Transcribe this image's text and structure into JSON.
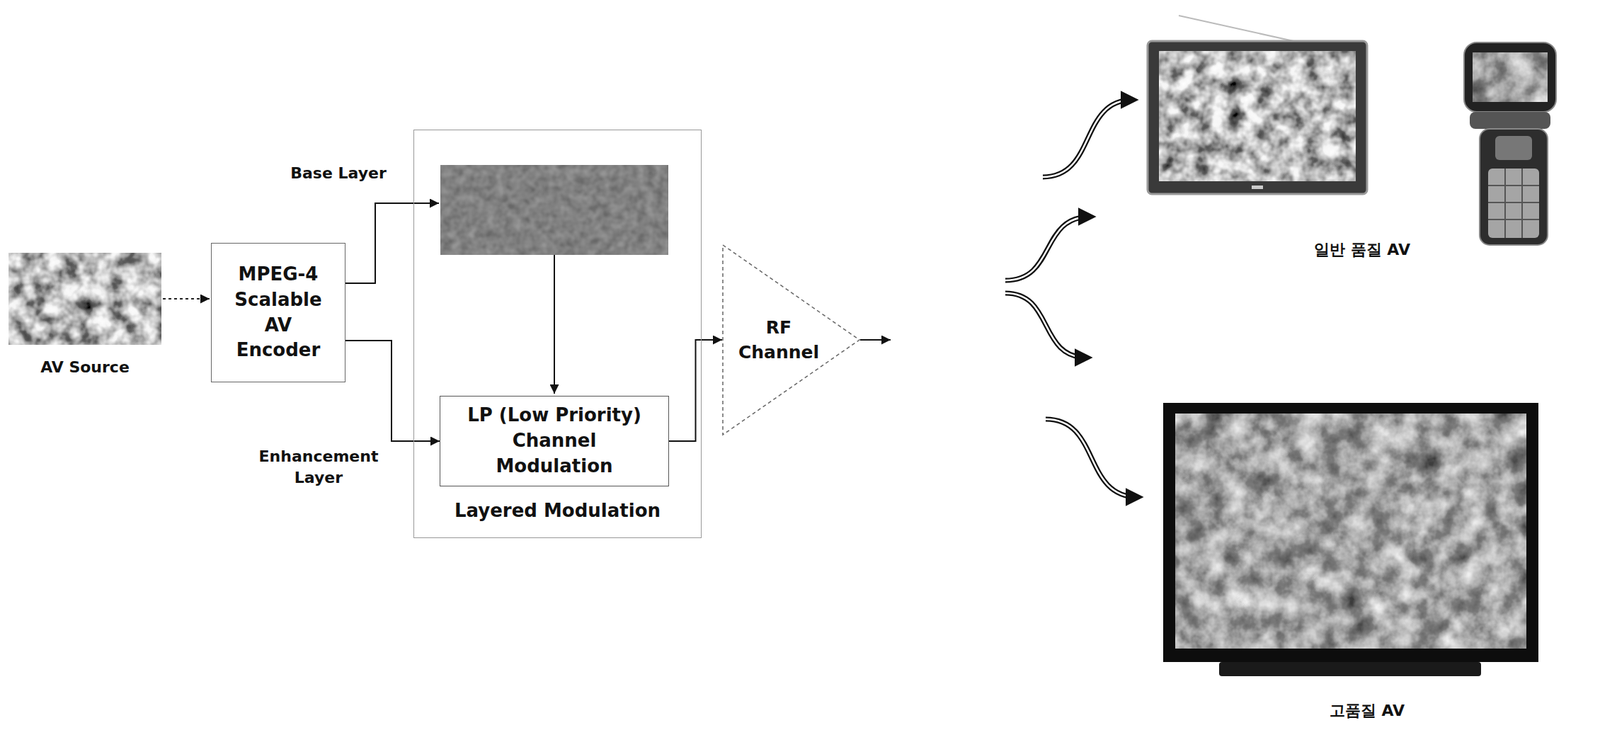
{
  "diagram": {
    "nodes": [
      {
        "text": [
          "MPEG-4 Scalable AV Encoder"
        ]
      },
      {
        "text": [
          "Layered Modulation"
        ]
      },
      {
        "text": [
          "LP (Low Priority) Channel Modulation"
        ],
        "in": 1
      },
      {
        "text": [
          "RF Channel"
        ]
      }
    ],
    "edges": [
      {
        "from": 0,
        "to": 2,
        "arrow": "to"
      },
      {
        "from": 2,
        "to": 3,
        "arrow": "to"
      }
    ],
    "labels": [
      "Base Layer",
      "Enhancement Layer",
      "AV Source",
      "일반 품질 AV",
      "고품질 AV"
    ]
  }
}
